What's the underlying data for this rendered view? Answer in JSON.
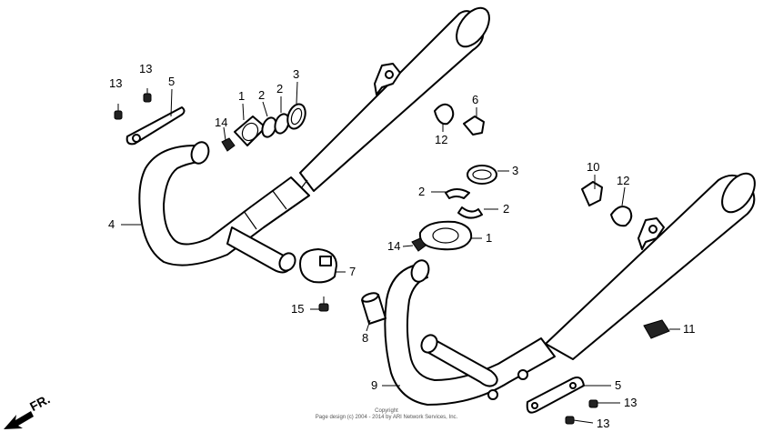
{
  "callouts": {
    "c13a": "13",
    "c13b": "13",
    "c5a": "5",
    "c1a": "1",
    "c2a": "2",
    "c2b": "2",
    "c3a": "3",
    "c14a": "14",
    "c6": "6",
    "c12a": "12",
    "c4": "4",
    "c3b": "3",
    "c2c": "2",
    "c2d": "2",
    "c10": "10",
    "c12b": "12",
    "c14b": "14",
    "c1b": "1",
    "c7": "7",
    "c15": "15",
    "c8": "8",
    "c11": "11",
    "c9": "9",
    "c5b": "5",
    "c13c": "13",
    "c13d": "13"
  },
  "direction_label": "FR.",
  "copyright_line1": "Copyright",
  "copyright_line2": "Page design (c) 2004 - 2014 by ARI Network Services, Inc."
}
